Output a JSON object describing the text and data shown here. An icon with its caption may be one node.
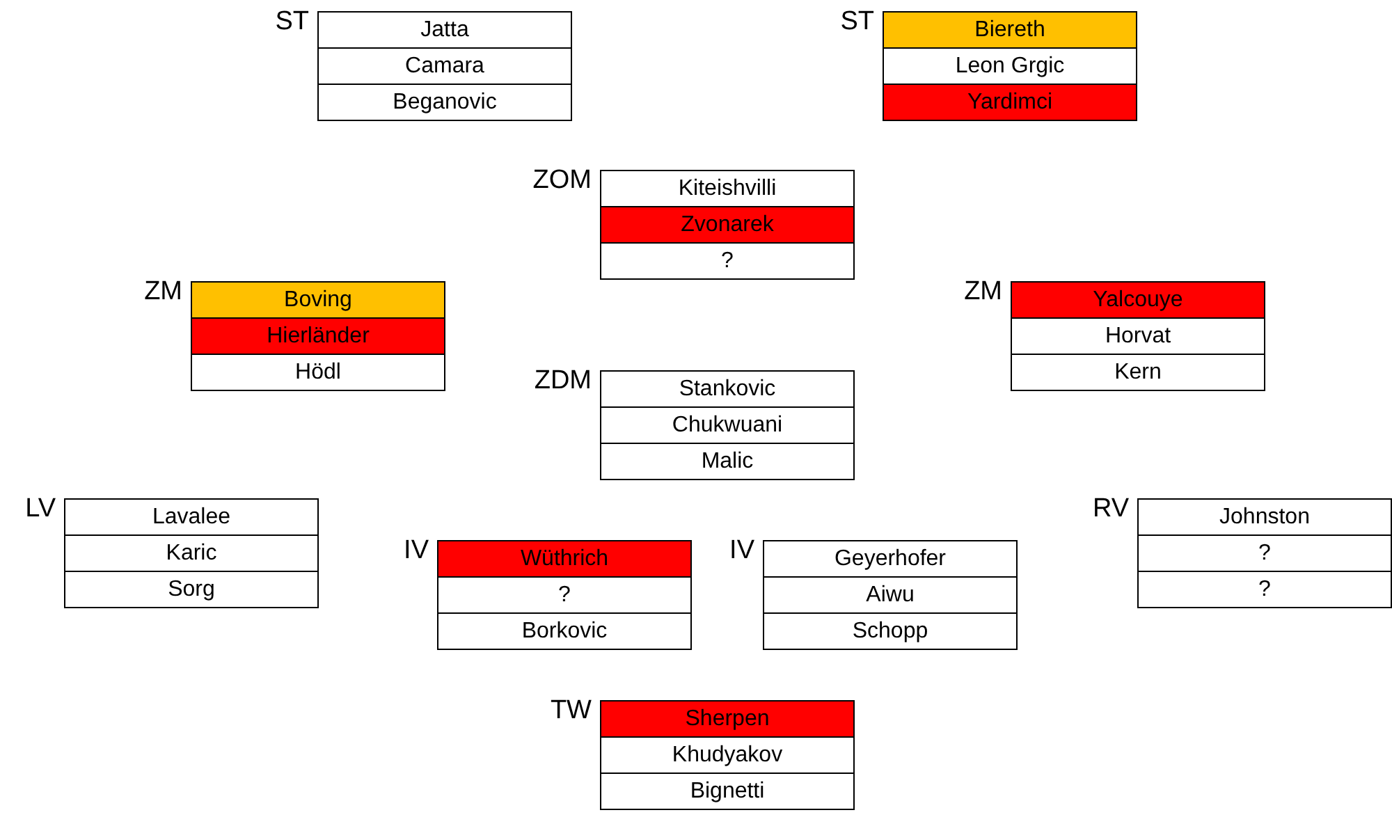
{
  "diagram": {
    "nodes": [
      {
        "text": [],
        "shape": "box",
        "beside": [
          "ST"
        ]
      },
      {
        "text": [
          "Jatta"
        ],
        "in": 0
      },
      {
        "text": [
          "Camara"
        ],
        "in": 0
      },
      {
        "text": [
          "Beganovic"
        ],
        "in": 0
      },
      {
        "text": [],
        "shape": "box",
        "beside": [
          "ST"
        ]
      },
      {
        "text": [
          "Biereth"
        ],
        "in": 4
      },
      {
        "text": [
          "Leon Grgic"
        ],
        "in": 4
      },
      {
        "text": [
          "Yardimci"
        ],
        "in": 4
      },
      {
        "text": [],
        "shape": "box",
        "beside": [
          "ZOM"
        ]
      },
      {
        "text": [
          "Kiteishvilli"
        ],
        "in": 8
      },
      {
        "text": [
          "Zvonarek"
        ],
        "in": 8
      },
      {
        "text": [
          "?"
        ],
        "in": 8
      },
      {
        "text": [],
        "shape": "box",
        "beside": [
          "ZM"
        ]
      },
      {
        "text": [
          "Boving"
        ],
        "in": 12
      },
      {
        "text": [
          "Hierländer"
        ],
        "in": 12
      },
      {
        "text": [
          "Hödl"
        ],
        "in": 12
      },
      {
        "text": [],
        "shape": "box",
        "beside": [
          "ZM"
        ]
      },
      {
        "text": [
          "Yalcouye"
        ],
        "in": 16
      },
      {
        "text": [
          "Horvat"
        ],
        "in": 16
      },
      {
        "text": [
          "Kern"
        ],
        "in": 16
      },
      {
        "text": [],
        "shape": "box",
        "beside": [
          "ZDM"
        ]
      },
      {
        "text": [
          "Stankovic"
        ],
        "in": 20
      },
      {
        "text": [
          "Chukwuani"
        ],
        "in": 20
      },
      {
        "text": [
          "Malic"
        ],
        "in": 20
      },
      {
        "text": [],
        "shape": "box",
        "beside": [
          "LV"
        ]
      },
      {
        "text": [
          "Lavalee"
        ],
        "in": 24
      },
      {
        "text": [
          "Karic"
        ],
        "in": 24
      },
      {
        "text": [
          "Sorg"
        ],
        "in": 24
      },
      {
        "text": [],
        "shape": "box",
        "beside": [
          "IV"
        ]
      },
      {
        "text": [
          "Wüthrich"
        ],
        "in": 28
      },
      {
        "text": [
          "?"
        ],
        "in": 28
      },
      {
        "text": [
          "Borkovic"
        ],
        "in": 28
      },
      {
        "text": [],
        "shape": "box",
        "beside": [
          "IV"
        ]
      },
      {
        "text": [
          "Geyerhofer"
        ],
        "in": 32
      },
      {
        "text": [
          "Aiwu"
        ],
        "in": 32
      },
      {
        "text": [
          "Schopp"
        ],
        "in": 32
      },
      {
        "text": [],
        "shape": "box",
        "beside": [
          "RV"
        ]
      },
      {
        "text": [
          "Johnston"
        ],
        "in": 36
      },
      {
        "text": [
          "?"
        ],
        "in": 36
      },
      {
        "text": [
          "?"
        ],
        "in": 36
      },
      {
        "text": [],
        "shape": "box",
        "beside": [
          "TW"
        ]
      },
      {
        "text": [
          "Sherpen"
        ],
        "in": 40
      },
      {
        "text": [
          "Khudyakov"
        ],
        "in": 40
      },
      {
        "text": [
          "Bignetti"
        ],
        "in": 40
      }
    ]
  }
}
